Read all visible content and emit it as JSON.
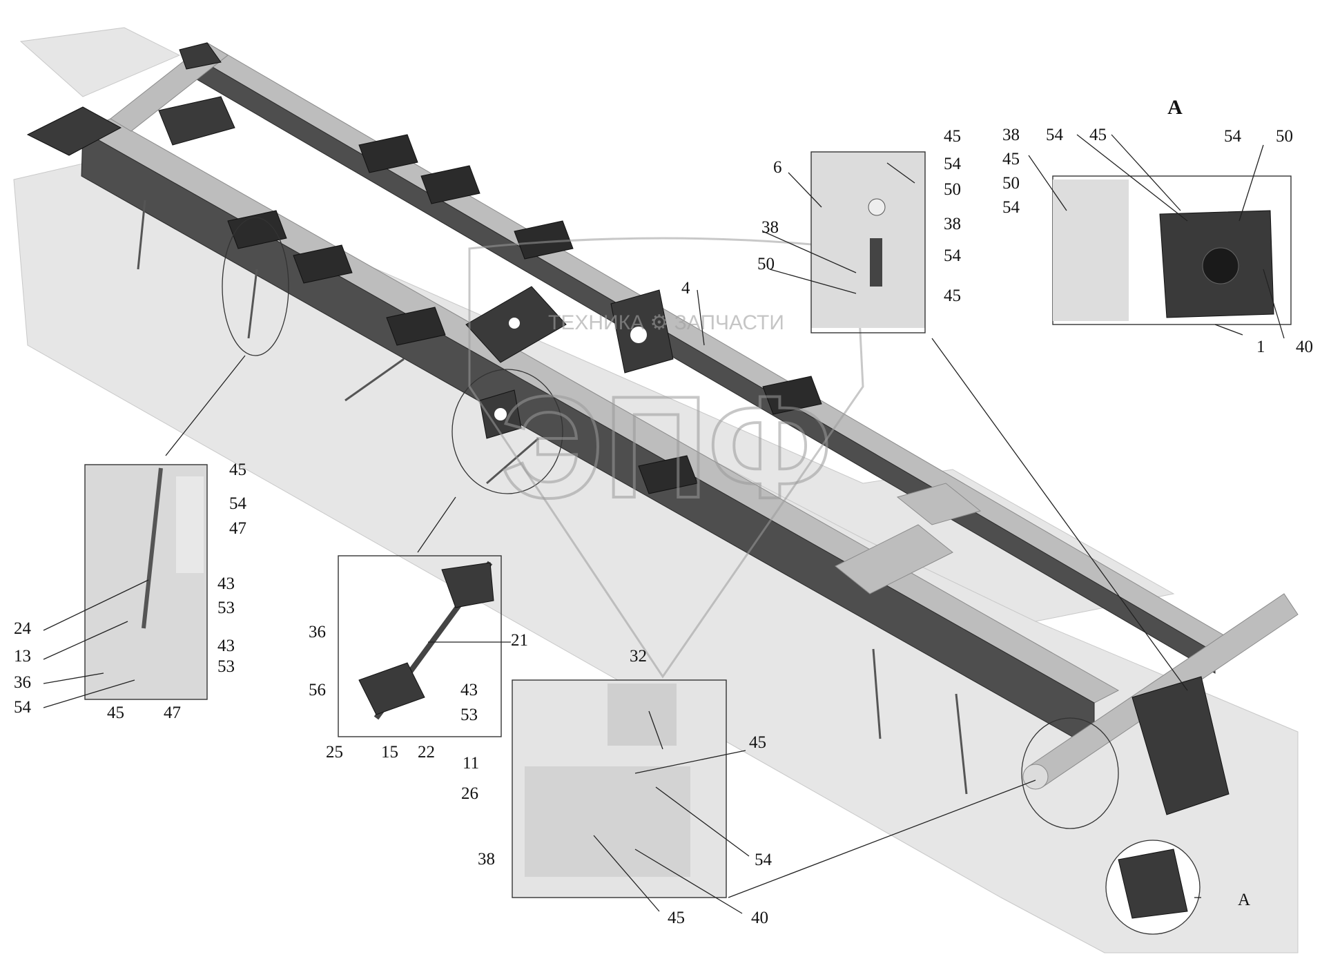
{
  "watermark": {
    "brand_text": "ТЕХНИКА ⚙ ЗАПЧАСТИ",
    "logo_letters": "ЭПФ"
  },
  "views": {
    "view_a_title": "А",
    "view_a_marker": "А"
  },
  "callouts": [
    {
      "id": "c45a",
      "text": "45"
    },
    {
      "id": "c54a",
      "text": "54"
    },
    {
      "id": "c50a",
      "text": "50"
    },
    {
      "id": "c6",
      "text": "6"
    },
    {
      "id": "c38a",
      "text": "38"
    },
    {
      "id": "c38b",
      "text": "38"
    },
    {
      "id": "c50b",
      "text": "50"
    },
    {
      "id": "c54b",
      "text": "54"
    },
    {
      "id": "c45b",
      "text": "45"
    },
    {
      "id": "c4",
      "text": "4"
    },
    {
      "id": "ca38",
      "text": "38"
    },
    {
      "id": "ca45",
      "text": "45"
    },
    {
      "id": "ca50",
      "text": "50"
    },
    {
      "id": "ca54",
      "text": "54"
    },
    {
      "id": "ca54b",
      "text": "54"
    },
    {
      "id": "ca45b",
      "text": "45"
    },
    {
      "id": "ca54c",
      "text": "54"
    },
    {
      "id": "ca50b",
      "text": "50"
    },
    {
      "id": "ca1",
      "text": "1"
    },
    {
      "id": "ca40",
      "text": "40"
    },
    {
      "id": "l45",
      "text": "45"
    },
    {
      "id": "l54",
      "text": "54"
    },
    {
      "id": "l47",
      "text": "47"
    },
    {
      "id": "l43a",
      "text": "43"
    },
    {
      "id": "l53a",
      "text": "53"
    },
    {
      "id": "l24",
      "text": "24"
    },
    {
      "id": "l13",
      "text": "13"
    },
    {
      "id": "l43b",
      "text": "43"
    },
    {
      "id": "l53b",
      "text": "53"
    },
    {
      "id": "l36",
      "text": "36"
    },
    {
      "id": "l54b",
      "text": "54"
    },
    {
      "id": "l45b",
      "text": "45"
    },
    {
      "id": "l47b",
      "text": "47"
    },
    {
      "id": "m36",
      "text": "36"
    },
    {
      "id": "m21",
      "text": "21"
    },
    {
      "id": "m56",
      "text": "56"
    },
    {
      "id": "m43",
      "text": "43"
    },
    {
      "id": "m53",
      "text": "53"
    },
    {
      "id": "m25",
      "text": "25"
    },
    {
      "id": "m15",
      "text": "15"
    },
    {
      "id": "m22",
      "text": "22"
    },
    {
      "id": "b32",
      "text": "32"
    },
    {
      "id": "b45",
      "text": "45"
    },
    {
      "id": "b11",
      "text": "11"
    },
    {
      "id": "b26",
      "text": "26"
    },
    {
      "id": "b54",
      "text": "54"
    },
    {
      "id": "b38",
      "text": "38"
    },
    {
      "id": "b45b",
      "text": "45"
    },
    {
      "id": "b40",
      "text": "40"
    }
  ]
}
